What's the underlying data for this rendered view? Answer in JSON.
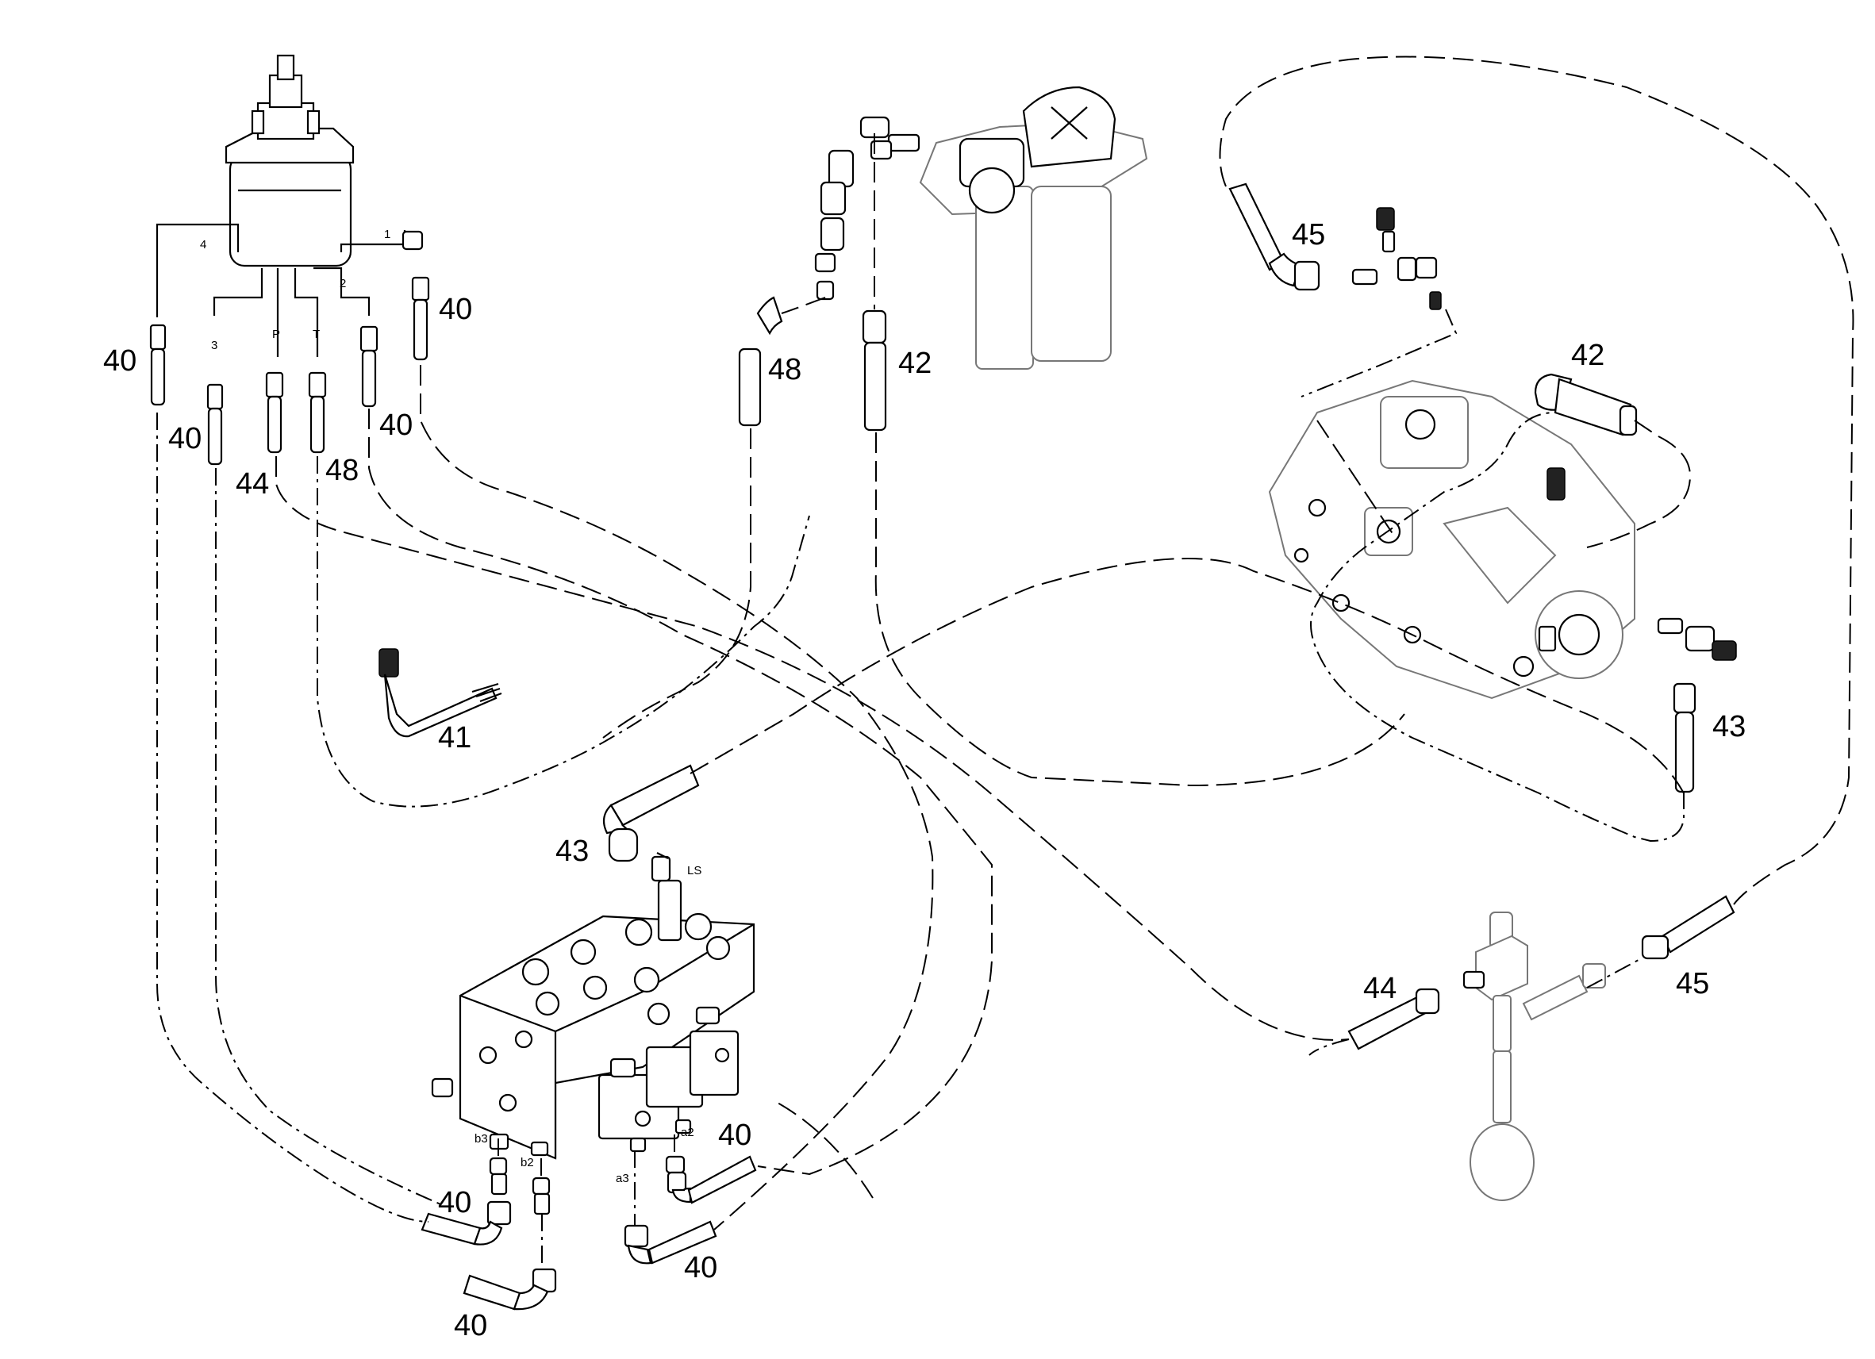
{
  "callouts": {
    "c40_pump_r": "40",
    "c40_left": "40",
    "c40_3": "40",
    "c44_p": "44",
    "c48_t": "48",
    "c40_2": "40",
    "c48_filter": "48",
    "c42_filter": "42",
    "c41": "41",
    "c45_top": "45",
    "c42_right": "42",
    "c43_right": "43",
    "c43_valve": "43",
    "c44_acc": "44",
    "c45_acc": "45",
    "c40_a2": "40",
    "c40_b3": "40",
    "c40_a3": "40",
    "c40_b2": "40"
  },
  "port_tags": {
    "p1": "1",
    "p2": "2",
    "p3": "3",
    "p4": "4",
    "pP": "P",
    "pT": "T",
    "ls": "LS",
    "b3": "b3",
    "b2": "b2",
    "a3": "a3",
    "a2": "a2"
  }
}
